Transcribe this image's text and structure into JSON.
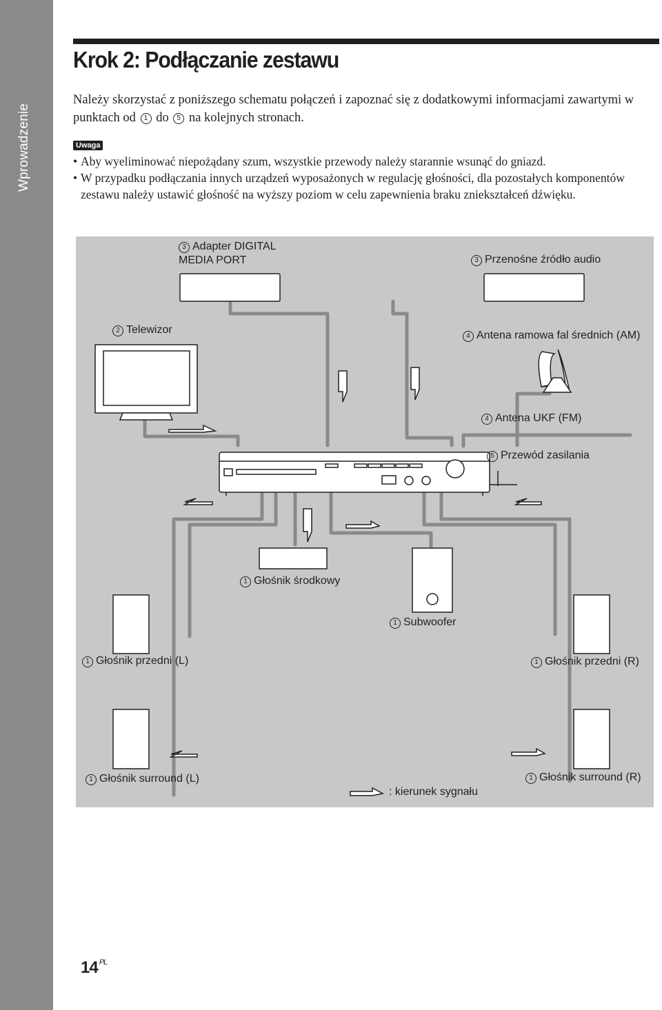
{
  "side_tab": {
    "label": "Wprowadzenie"
  },
  "title": "Krok 2: Podłączanie zestawu",
  "intro": {
    "part1": "Należy skorzystać z poniższego schematu połączeń i zapoznać się z dodatkowymi informacjami zawartymi w punktach od",
    "num_from": "1",
    "part2": "do",
    "num_to": "5",
    "part3": "na kolejnych stronach."
  },
  "note": {
    "badge": "Uwaga",
    "items": [
      "Aby wyeliminować niepożądany szum, wszystkie przewody należy starannie wsunąć do gniazd.",
      "W przypadku podłączania innych urządzeń wyposażonych w regulację głośności, dla pozostałych komponentów zestawu należy ustawić głośność na wyższy poziom w celu zapewnienia braku zniekształceń dźwięku."
    ]
  },
  "diagram": {
    "labels": {
      "dmport": {
        "num": "3",
        "line1": "Adapter DIGITAL",
        "line2": "MEDIA PORT"
      },
      "portable": {
        "num": "3",
        "text": "Przenośne źródło audio"
      },
      "tv": {
        "num": "2",
        "text": "Telewizor"
      },
      "am": {
        "num": "4",
        "text": "Antena ramowa fal średnich (AM)"
      },
      "fm": {
        "num": "4",
        "text": "Antena UKF (FM)"
      },
      "power": {
        "num": "5",
        "text": "Przewód zasilania"
      },
      "center": {
        "num": "1",
        "text": "Głośnik środkowy"
      },
      "sub": {
        "num": "1",
        "text": "Subwoofer"
      },
      "front_l": {
        "num": "1",
        "text": "Głośnik przedni (L)"
      },
      "front_r": {
        "num": "1",
        "text": "Głośnik przedni (R)"
      },
      "surr_l": {
        "num": "1",
        "text": "Głośnik surround (L)"
      },
      "surr_r": {
        "num": "1",
        "text": "Głośnik surround (R)"
      },
      "legend": ": kierunek sygnału"
    }
  },
  "page": {
    "number": "14",
    "suffix": "PL"
  }
}
